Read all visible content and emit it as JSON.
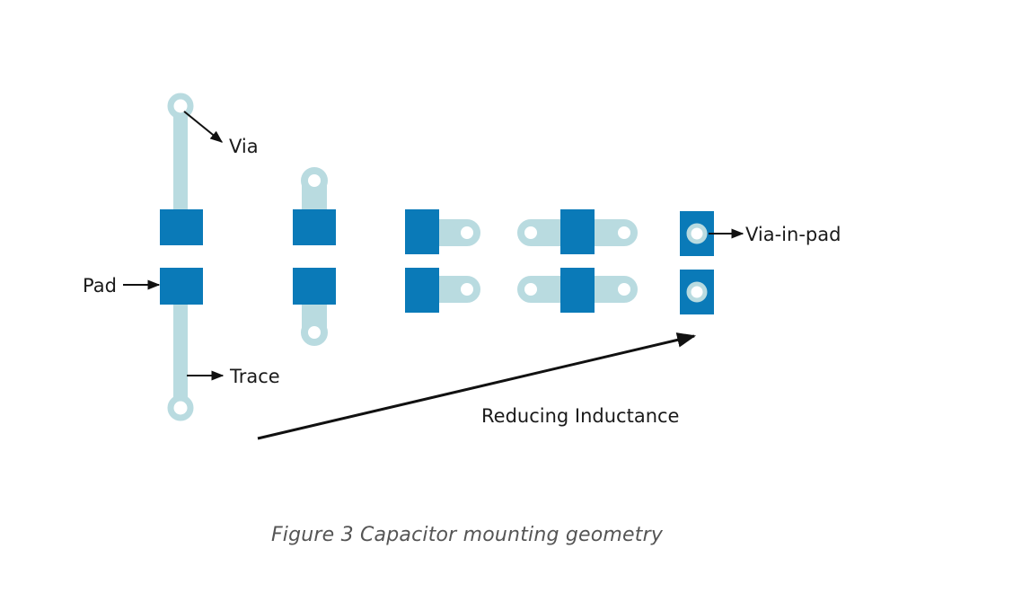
{
  "labels": {
    "via": "Via",
    "pad": "Pad",
    "trace": "Trace",
    "via_in_pad": "Via-in-pad",
    "reducing_inductance": "Reducing Inductance"
  },
  "caption": "Figure 3 Capacitor mounting geometry",
  "colors": {
    "pad": "#0a7ab8",
    "trace": "#b9dbe0",
    "via_ring": "#b9dbe0",
    "via_hole": "#ffffff",
    "arrow": "#111111",
    "background": "#ffffff"
  }
}
